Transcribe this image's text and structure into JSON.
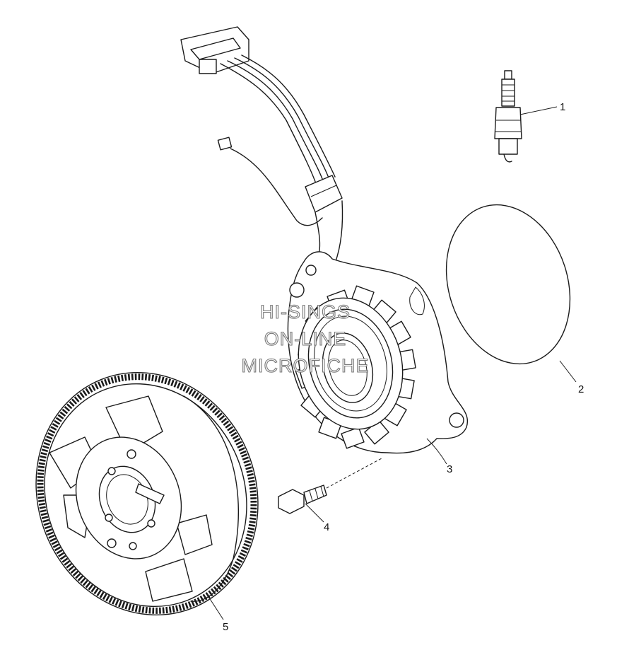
{
  "callouts": [
    {
      "number": "1",
      "part": "spark-plug"
    },
    {
      "number": "2",
      "part": "gasket"
    },
    {
      "number": "3",
      "part": "stator"
    },
    {
      "number": "4",
      "part": "bolt"
    },
    {
      "number": "5",
      "part": "flywheel"
    }
  ],
  "watermark": {
    "line1": "HI-SINGS",
    "line2": "ON-LINE",
    "line3": "MICROFICHE"
  }
}
